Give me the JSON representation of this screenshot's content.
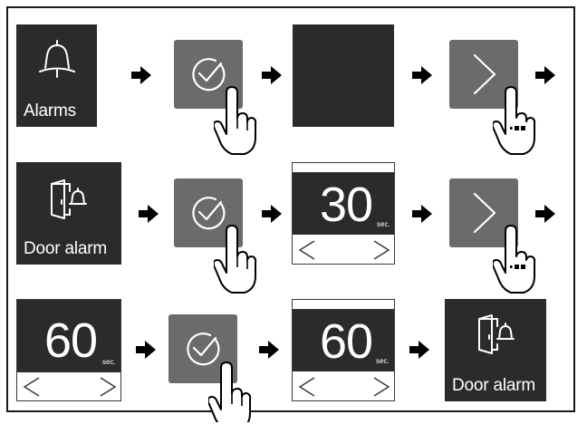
{
  "tiles": {
    "alarms_label": "Alarms",
    "door_alarm_label": "Door alarm",
    "door_alarm_result_label": "Door alarm"
  },
  "timers": {
    "row2_value": "30",
    "row3_left_value": "60",
    "row3_mid_value": "60",
    "unit": "sec."
  },
  "icons": [
    "bell-icon",
    "door-bell-icon",
    "check-circle-icon",
    "chevron-right-icon",
    "arrow-right-icon",
    "tap-hand-icon",
    "swipe-hand-icon",
    "chevron-left-icon"
  ],
  "colors": {
    "tile": "#2b2b2b",
    "button": "#6b6b6b",
    "border": "#1a1a1a"
  }
}
